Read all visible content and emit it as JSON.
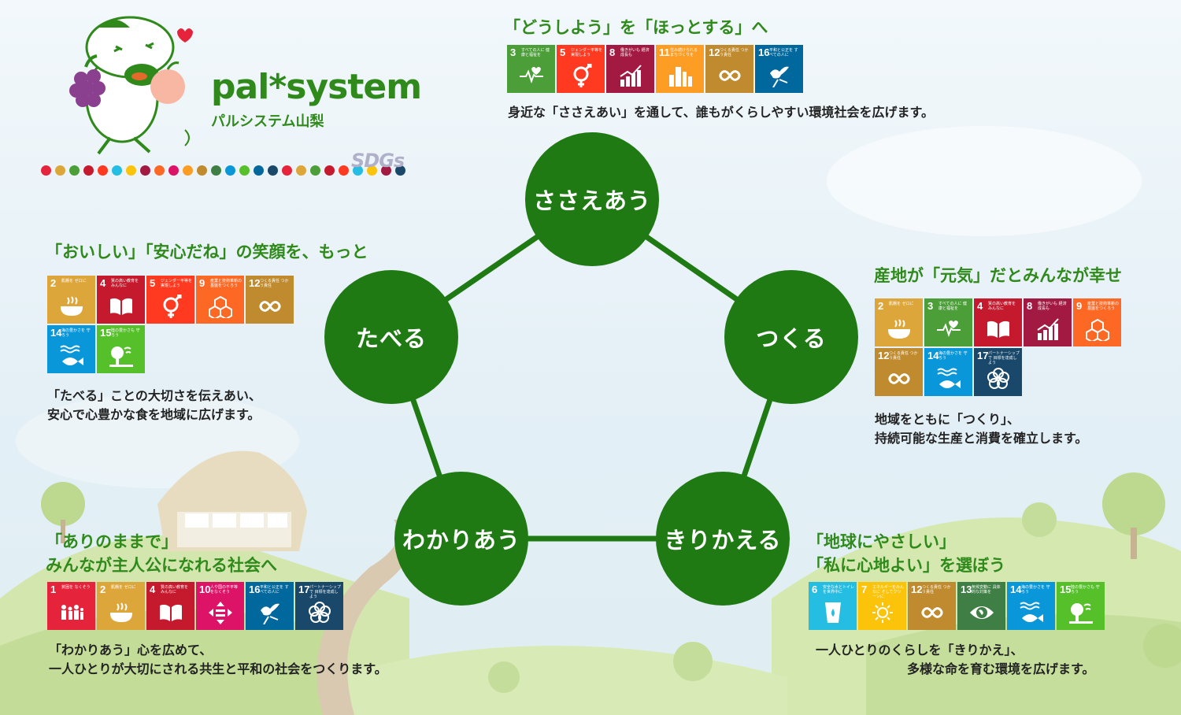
{
  "brand": {
    "name": "pal*system",
    "sub": "パルシステム山梨",
    "sdgs": "SDGs",
    "dot_colors": [
      "#e5243b",
      "#dda63a",
      "#4c9f38",
      "#c5192d",
      "#ff3a21",
      "#26bde2",
      "#fcc30b",
      "#a21942",
      "#fd6925",
      "#dd1367",
      "#fd9d24",
      "#bf8b2e",
      "#3f7e44",
      "#0a97d9",
      "#56c02b",
      "#00689d",
      "#19486a",
      "#e5243b",
      "#dda63a",
      "#4c9f38",
      "#c5192d",
      "#ff3a21",
      "#26bde2",
      "#fcc30b",
      "#a21942",
      "#19486a"
    ]
  },
  "colors": {
    "circle": "#1f7a14",
    "heading": "#2f8a1b",
    "line": "#1f7a14"
  },
  "circles": {
    "sasaeau": "ささえあう",
    "tsukuru": "つくる",
    "kirikaeru": "きりかえる",
    "wakariau": "わかりあう",
    "taberu": "たべる"
  },
  "sections": {
    "sasaeau": {
      "heading": "「どうしよう」を「ほっとする」へ",
      "desc": "身近な「ささえあい」を通して、誰もがくらしやすい環境社会を広げます。",
      "goals": [
        3,
        5,
        8,
        11,
        12,
        16
      ]
    },
    "taberu": {
      "heading": "「おいしい」「安心だね」の笑顔を、もっと",
      "desc1": "「たべる」ことの大切さを伝えあい、",
      "desc2": "安心で心豊かな食を地域に広げます。",
      "goals": [
        2,
        4,
        5,
        9,
        12,
        14,
        15
      ]
    },
    "tsukuru": {
      "heading": "産地が「元気」だとみんなが幸せ",
      "desc1": "地域をともに「つくり」、",
      "desc2": "持続可能な生産と消費を確立します。",
      "goals": [
        2,
        3,
        4,
        8,
        9,
        12,
        14,
        17
      ]
    },
    "wakariau": {
      "heading1": "「ありのままで」",
      "heading2": "みんなが主人公になれる社会へ",
      "desc1": "「わかりあう」心を広めて、",
      "desc2": "一人ひとりが大切にされる共生と平和の社会をつくります。",
      "goals": [
        1,
        2,
        4,
        10,
        16,
        17
      ]
    },
    "kirikaeru": {
      "heading1": "「地球にやさしい」",
      "heading2": "「私に心地よい」を選ぼう",
      "desc1": "一人ひとりのくらしを「きりかえ」、",
      "desc2": "多様な命を育む環境を広げます。",
      "goals": [
        6,
        7,
        12,
        13,
        14,
        15
      ]
    }
  },
  "sdg_goals": {
    "1": {
      "color": "#e5243b",
      "icon": "family-icon",
      "caption": "貧困を なくそう"
    },
    "2": {
      "color": "#dda63a",
      "icon": "bowl-icon",
      "caption": "飢餓を ゼロに"
    },
    "3": {
      "color": "#4c9f38",
      "icon": "heartbeat-icon",
      "caption": "すべての人に 健康と福祉を"
    },
    "4": {
      "color": "#c5192d",
      "icon": "book-icon",
      "caption": "質の高い教育を みんなに"
    },
    "5": {
      "color": "#ff3a21",
      "icon": "gender-icon",
      "caption": "ジェンダー平等を 実現しよう"
    },
    "6": {
      "color": "#26bde2",
      "icon": "water-icon",
      "caption": "安全な水とトイレ を世界中に"
    },
    "7": {
      "color": "#fcc30b",
      "icon": "sun-icon",
      "caption": "エネルギーをみんなに そしてクリーンに"
    },
    "8": {
      "color": "#a21942",
      "icon": "growth-icon",
      "caption": "働きがいも 経済成長も"
    },
    "9": {
      "color": "#fd6925",
      "icon": "cubes-icon",
      "caption": "産業と技術革新の 基盤をつくろう"
    },
    "10": {
      "color": "#dd1367",
      "icon": "equality-icon",
      "caption": "人や国の不平等 をなくそう"
    },
    "11": {
      "color": "#fd9d24",
      "icon": "city-icon",
      "caption": "住み続けられる まちづくりを"
    },
    "12": {
      "color": "#bf8b2e",
      "icon": "infinity-icon",
      "caption": "つくる責任 つかう責任"
    },
    "13": {
      "color": "#3f7e44",
      "icon": "eye-globe-icon",
      "caption": "気候変動に 具体的な対策を"
    },
    "14": {
      "color": "#0a97d9",
      "icon": "fish-icon",
      "caption": "海の豊かさを 守ろう"
    },
    "15": {
      "color": "#56c02b",
      "icon": "tree-icon",
      "caption": "陸の豊かさも 守ろう"
    },
    "16": {
      "color": "#00689d",
      "icon": "dove-icon",
      "caption": "平和と公正を すべての人に"
    },
    "17": {
      "color": "#19486a",
      "icon": "flower-icon",
      "caption": "パートナーシップで 目標を達成しよう"
    }
  }
}
